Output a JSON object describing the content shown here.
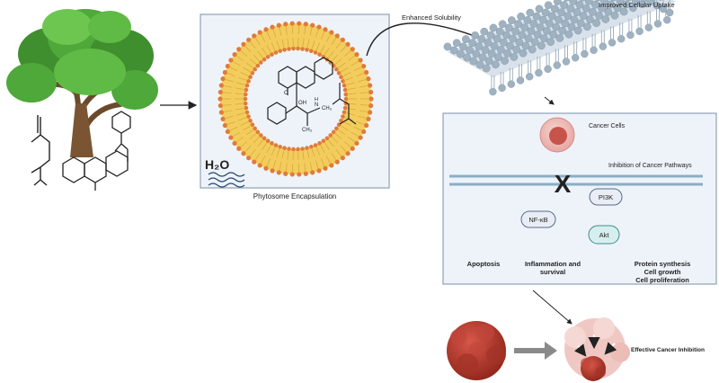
{
  "labels": {
    "water": "H₂O",
    "phytosome": "Phytosome Encapsulation",
    "solubility": "Enhanced Solubility",
    "uptake": "Improved Cellular Uptake",
    "cancer_cells": "Cancer Cells",
    "inhibition_pathways": "Inhibition of Cancer Pathways",
    "pi3k": "PI3K",
    "nfkb": "NF-κB",
    "akt": "Akt",
    "apoptosis": "Apoptosis",
    "inflammation_1": "Inflammation and",
    "inflammation_2": "survival",
    "protein_1": "Protein synthesis",
    "protein_2": "Cell growth",
    "protein_3": "Cell proliferation",
    "effective": "Effective Cancer Inhibition",
    "block_mark": "X"
  },
  "molecule_labels": {
    "oh": "OH",
    "nh": "H",
    "n": "N",
    "ch3a": "CH₃",
    "ch3b": "CH₃",
    "o": "O"
  },
  "colors": {
    "box_fill": "#eef3fa",
    "box_stroke": "#8fa1b8",
    "lipid_head": "#e07b39",
    "lipid_tail": "#f2c94c",
    "cancer": "#b03a2e",
    "x_mark": "#d62b1f",
    "membrane_head": "#9fb2c2",
    "pathway_pill": "#e9edf5",
    "akt_pill": "#d6efee"
  }
}
